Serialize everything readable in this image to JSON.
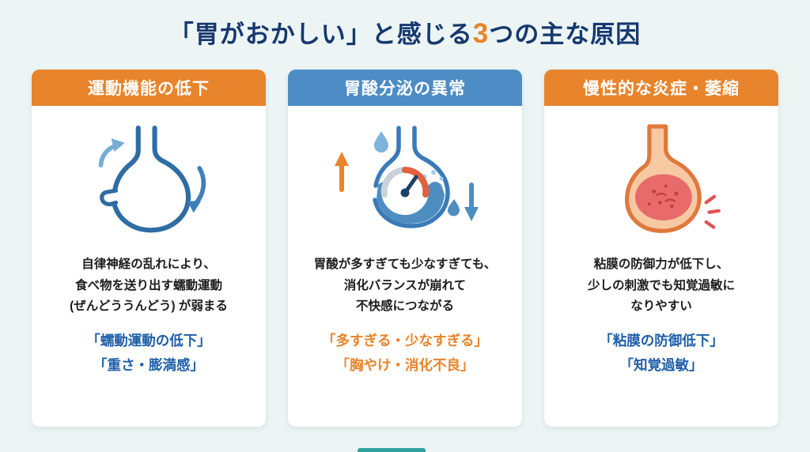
{
  "title": {
    "part1": "「胃がおかしい」と感じる",
    "highlight": "3",
    "part2": "つの主な原因"
  },
  "colors": {
    "background": "#ecf5f4",
    "title_navy": "#16386e",
    "accent_orange": "#e8842c",
    "header_blue": "#4d8cc4",
    "keyword_blue": "#1f5fa8",
    "bottom_teal": "#2fa39d"
  },
  "cards": [
    {
      "header": "運動機能の低下",
      "header_color": "#e8842c",
      "icon": "stomach-peristalsis-icon",
      "description": "自律神経の乱れにより、\n食べ物を送り出す蠕動運動\n(ぜんどううんどう) が弱まる",
      "keywords": [
        "「蠕動運動の低下」",
        "「重さ・膨満感」"
      ],
      "keyword_color": "#1f5fa8"
    },
    {
      "header": "胃酸分泌の異常",
      "header_color": "#4d8cc4",
      "icon": "acid-gauge-icon",
      "description": "胃酸が多すぎても少なすぎても、\n消化バランスが崩れて\n不快感につながる",
      "keywords": [
        "「多すぎる・少なすぎる」",
        "「胸やけ・消化不良」"
      ],
      "keyword_color": "#e8842c"
    },
    {
      "header": "慢性的な炎症・萎縮",
      "header_color": "#e8842c",
      "icon": "inflamed-stomach-icon",
      "description": "粘膜の防御力が低下し、\n少しの刺激でも知覚過敏に\nなりやすい",
      "keywords": [
        "「粘膜の防御低下」",
        "「知覚過敏」"
      ],
      "keyword_color": "#1f5fa8"
    }
  ]
}
